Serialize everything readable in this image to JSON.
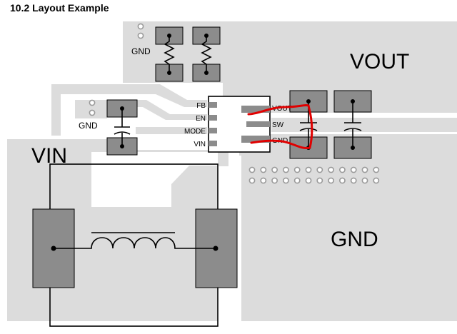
{
  "title": "10.2 Layout Example",
  "labels": {
    "vin": "VIN",
    "vout": "VOUT",
    "gnd_big": "GND",
    "gnd_top": "GND",
    "gnd_left": "GND"
  },
  "ic": {
    "left_pins": [
      "FB",
      "EN",
      "MODE",
      "VIN"
    ],
    "right_pins": [
      "VOUT",
      "SW",
      "GND"
    ]
  },
  "colors": {
    "copper_plane": "#dcdcdc",
    "pad": "#8c8c8c",
    "trace_highlight": "#e00000",
    "outline": "#000000"
  }
}
